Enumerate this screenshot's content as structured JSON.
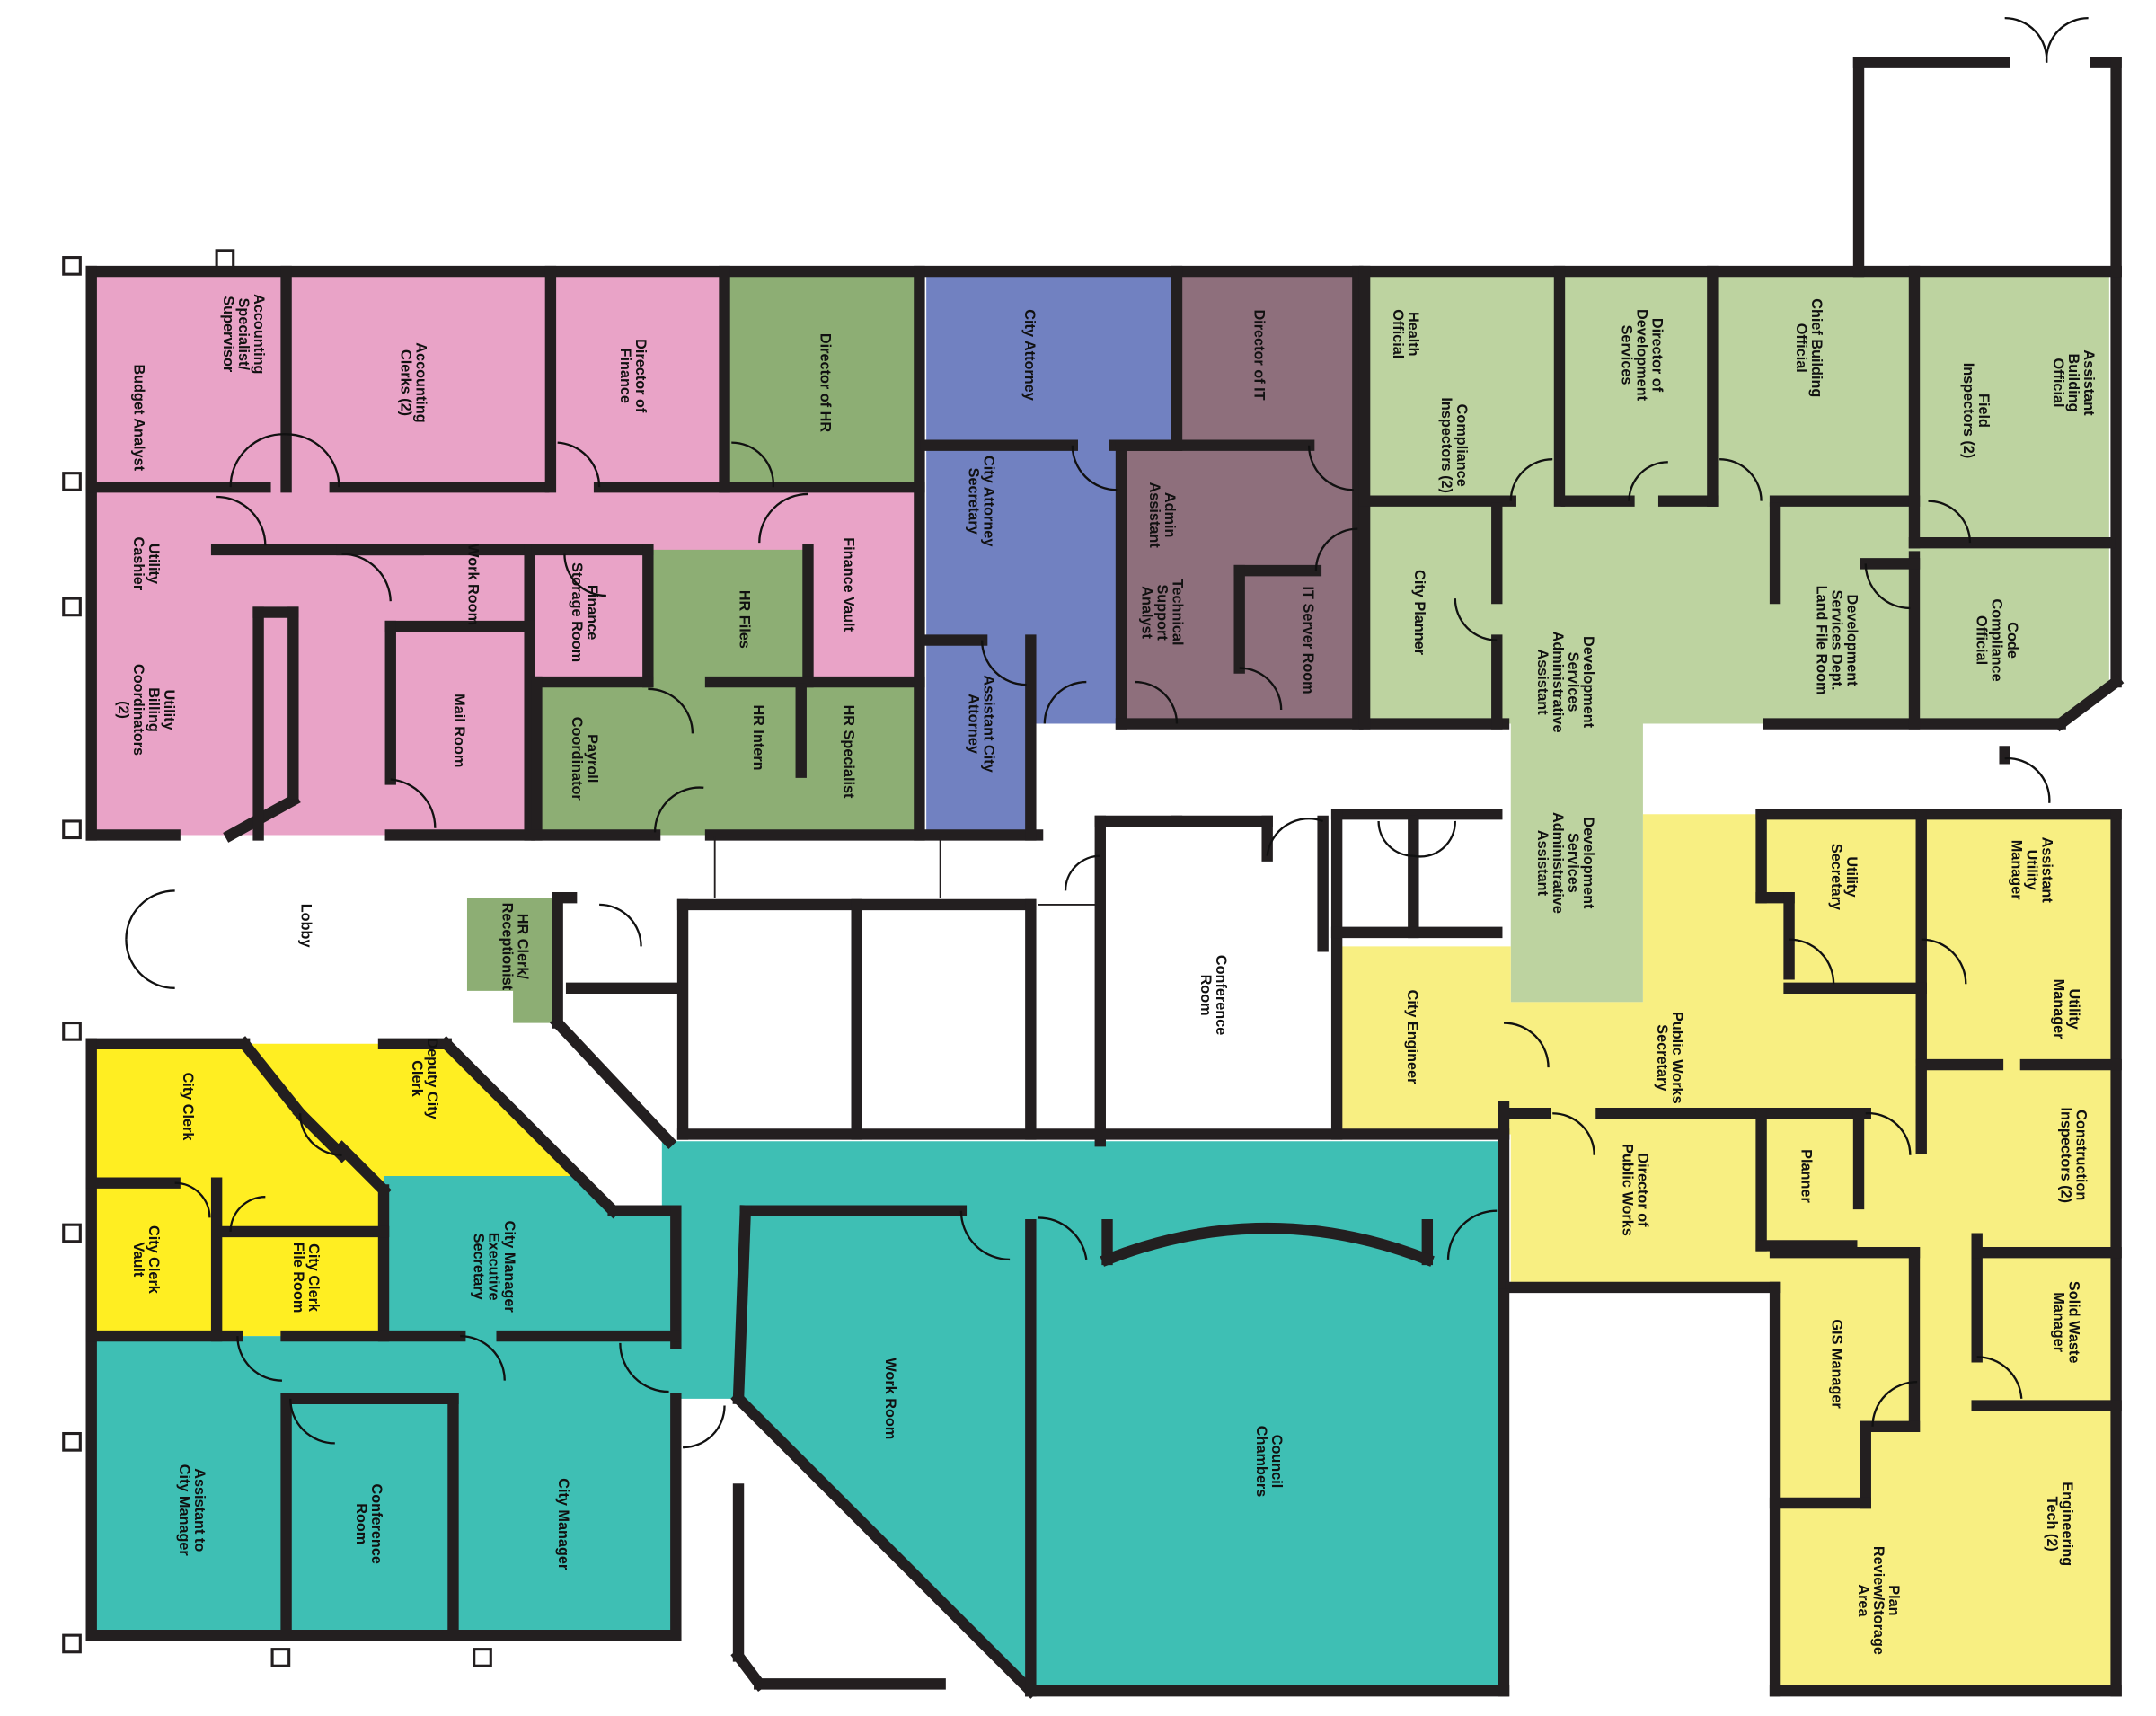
{
  "colors": {
    "finance": "#E9A3C7",
    "hr": "#8DAE74",
    "attorney": "#7181C1",
    "it": "#8E6F7C",
    "development": "#BDD3A0",
    "public_works": "#F8EF82",
    "city_clerk": "#FFEE22",
    "city_manager": "#3EBFB4",
    "wall": "#231F20"
  },
  "rooms": [
    {
      "label": "Accounting Specialist/ Supervisor",
      "dept": "finance"
    },
    {
      "label": "Budget Analyst",
      "dept": "finance"
    },
    {
      "label": "Accounting Clerks (2)",
      "dept": "finance"
    },
    {
      "label": "Director of Finance",
      "dept": "finance"
    },
    {
      "label": "Utility Cashier",
      "dept": "finance"
    },
    {
      "label": "Utility Billing Coordinators (2)",
      "dept": "finance"
    },
    {
      "label": "Work Room",
      "dept": "finance"
    },
    {
      "label": "Finance Storage Room",
      "dept": "finance"
    },
    {
      "label": "Mail Room",
      "dept": "finance"
    },
    {
      "label": "Finance Vault",
      "dept": "finance"
    },
    {
      "label": "Director of HR",
      "dept": "hr"
    },
    {
      "label": "HR Files",
      "dept": "hr"
    },
    {
      "label": "HR Intern",
      "dept": "hr"
    },
    {
      "label": "HR Specialist",
      "dept": "hr"
    },
    {
      "label": "Payroll Coordinator",
      "dept": "hr"
    },
    {
      "label": "HR Clerk/ Receptionist",
      "dept": "hr"
    },
    {
      "label": "City Attorney",
      "dept": "attorney"
    },
    {
      "label": "City Attorney Secretary",
      "dept": "attorney"
    },
    {
      "label": "Assistant City Attorney",
      "dept": "attorney"
    },
    {
      "label": "Director of IT",
      "dept": "it"
    },
    {
      "label": "Admin Assistant",
      "dept": "it"
    },
    {
      "label": "Technical Support Analyst",
      "dept": "it"
    },
    {
      "label": "IT Server Room",
      "dept": "it"
    },
    {
      "label": "Health Official",
      "dept": "development"
    },
    {
      "label": "Compliance Inspectors (2)",
      "dept": "development"
    },
    {
      "label": "Director of Development Services",
      "dept": "development"
    },
    {
      "label": "Chief Building Official",
      "dept": "development"
    },
    {
      "label": "Field Inspectors (2)",
      "dept": "development"
    },
    {
      "label": "Assistant Building Official",
      "dept": "development"
    },
    {
      "label": "City Planner",
      "dept": "development"
    },
    {
      "label": "Development Services Administrative Assistant",
      "dept": "development"
    },
    {
      "label": "Development Services Administrative Assistant",
      "dept": "development"
    },
    {
      "label": "Development Services Dept. Land File Room",
      "dept": "development"
    },
    {
      "label": "Code Compliance Official",
      "dept": "development"
    },
    {
      "label": "Lobby",
      "dept": "common"
    },
    {
      "label": "Conference Room",
      "dept": "common"
    },
    {
      "label": "City Engineer",
      "dept": "public_works"
    },
    {
      "label": "Public Works Secretary",
      "dept": "public_works"
    },
    {
      "label": "Utility Secretary",
      "dept": "public_works"
    },
    {
      "label": "Assistant Utility Manager",
      "dept": "public_works"
    },
    {
      "label": "Utility Manager",
      "dept": "public_works"
    },
    {
      "label": "Director of Public Works",
      "dept": "public_works"
    },
    {
      "label": "Planner",
      "dept": "public_works"
    },
    {
      "label": "Construction Inspectors (2)",
      "dept": "public_works"
    },
    {
      "label": "Solid Waste Manager",
      "dept": "public_works"
    },
    {
      "label": "GIS Manager",
      "dept": "public_works"
    },
    {
      "label": "Engineering Tech (2)",
      "dept": "public_works"
    },
    {
      "label": "Plan Review/Storage Area",
      "dept": "public_works"
    },
    {
      "label": "City Clerk",
      "dept": "city_clerk"
    },
    {
      "label": "Deputy City Clerk",
      "dept": "city_clerk"
    },
    {
      "label": "City Clerk Vault",
      "dept": "city_clerk"
    },
    {
      "label": "City Clerk File Room",
      "dept": "city_clerk"
    },
    {
      "label": "City Manager Executive Secretary",
      "dept": "city_manager"
    },
    {
      "label": "Assistant to City Manager",
      "dept": "city_manager"
    },
    {
      "label": "Conference Room",
      "dept": "city_manager"
    },
    {
      "label": "City Manager",
      "dept": "city_manager"
    },
    {
      "label": "Work Room",
      "dept": "city_manager"
    },
    {
      "label": "Council Chambers",
      "dept": "city_manager"
    }
  ]
}
